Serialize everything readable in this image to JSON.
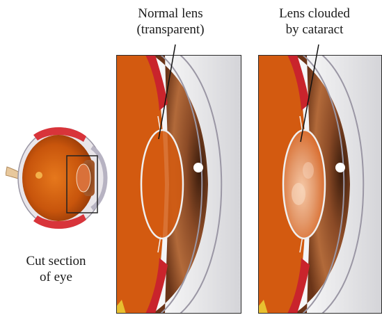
{
  "labels": {
    "normal_line1": "Normal lens",
    "normal_line2": "(transparent)",
    "cataract_line1": "Lens clouded",
    "cataract_line2": "by cataract",
    "eye_line1": "Cut section",
    "eye_line2": "of eye"
  }
}
